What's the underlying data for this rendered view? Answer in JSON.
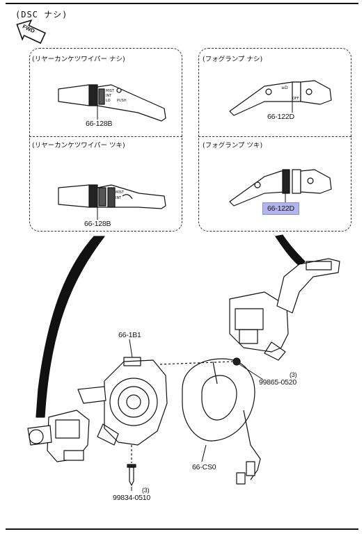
{
  "header": {
    "condition": "(DSC ナシ)",
    "fwd_label": "FWD"
  },
  "panels": {
    "rear_wiper_none": {
      "title": "(リヤーカンケツワイパー ナシ)",
      "part": "66-128B"
    },
    "rear_wiper_with": {
      "title": "(リヤーカンケツワイパー ツキ)",
      "part": "66-128B"
    },
    "fog_none": {
      "title": "(フォグランプ ナシ)",
      "part": "66-122D"
    },
    "fog_with": {
      "title": "(フォグランプ ツキ)",
      "part": "66-122D"
    }
  },
  "callouts": {
    "clock_spring": "66-1B1",
    "cover": "66-CS0",
    "screw_right_qty": "(3)",
    "screw_right_part": "99865-0520",
    "screw_bottom_qty": "(3)",
    "screw_bottom_part": "99834-0510"
  },
  "colors": {
    "highlight": "#b3b4ee",
    "line": "#111111"
  }
}
